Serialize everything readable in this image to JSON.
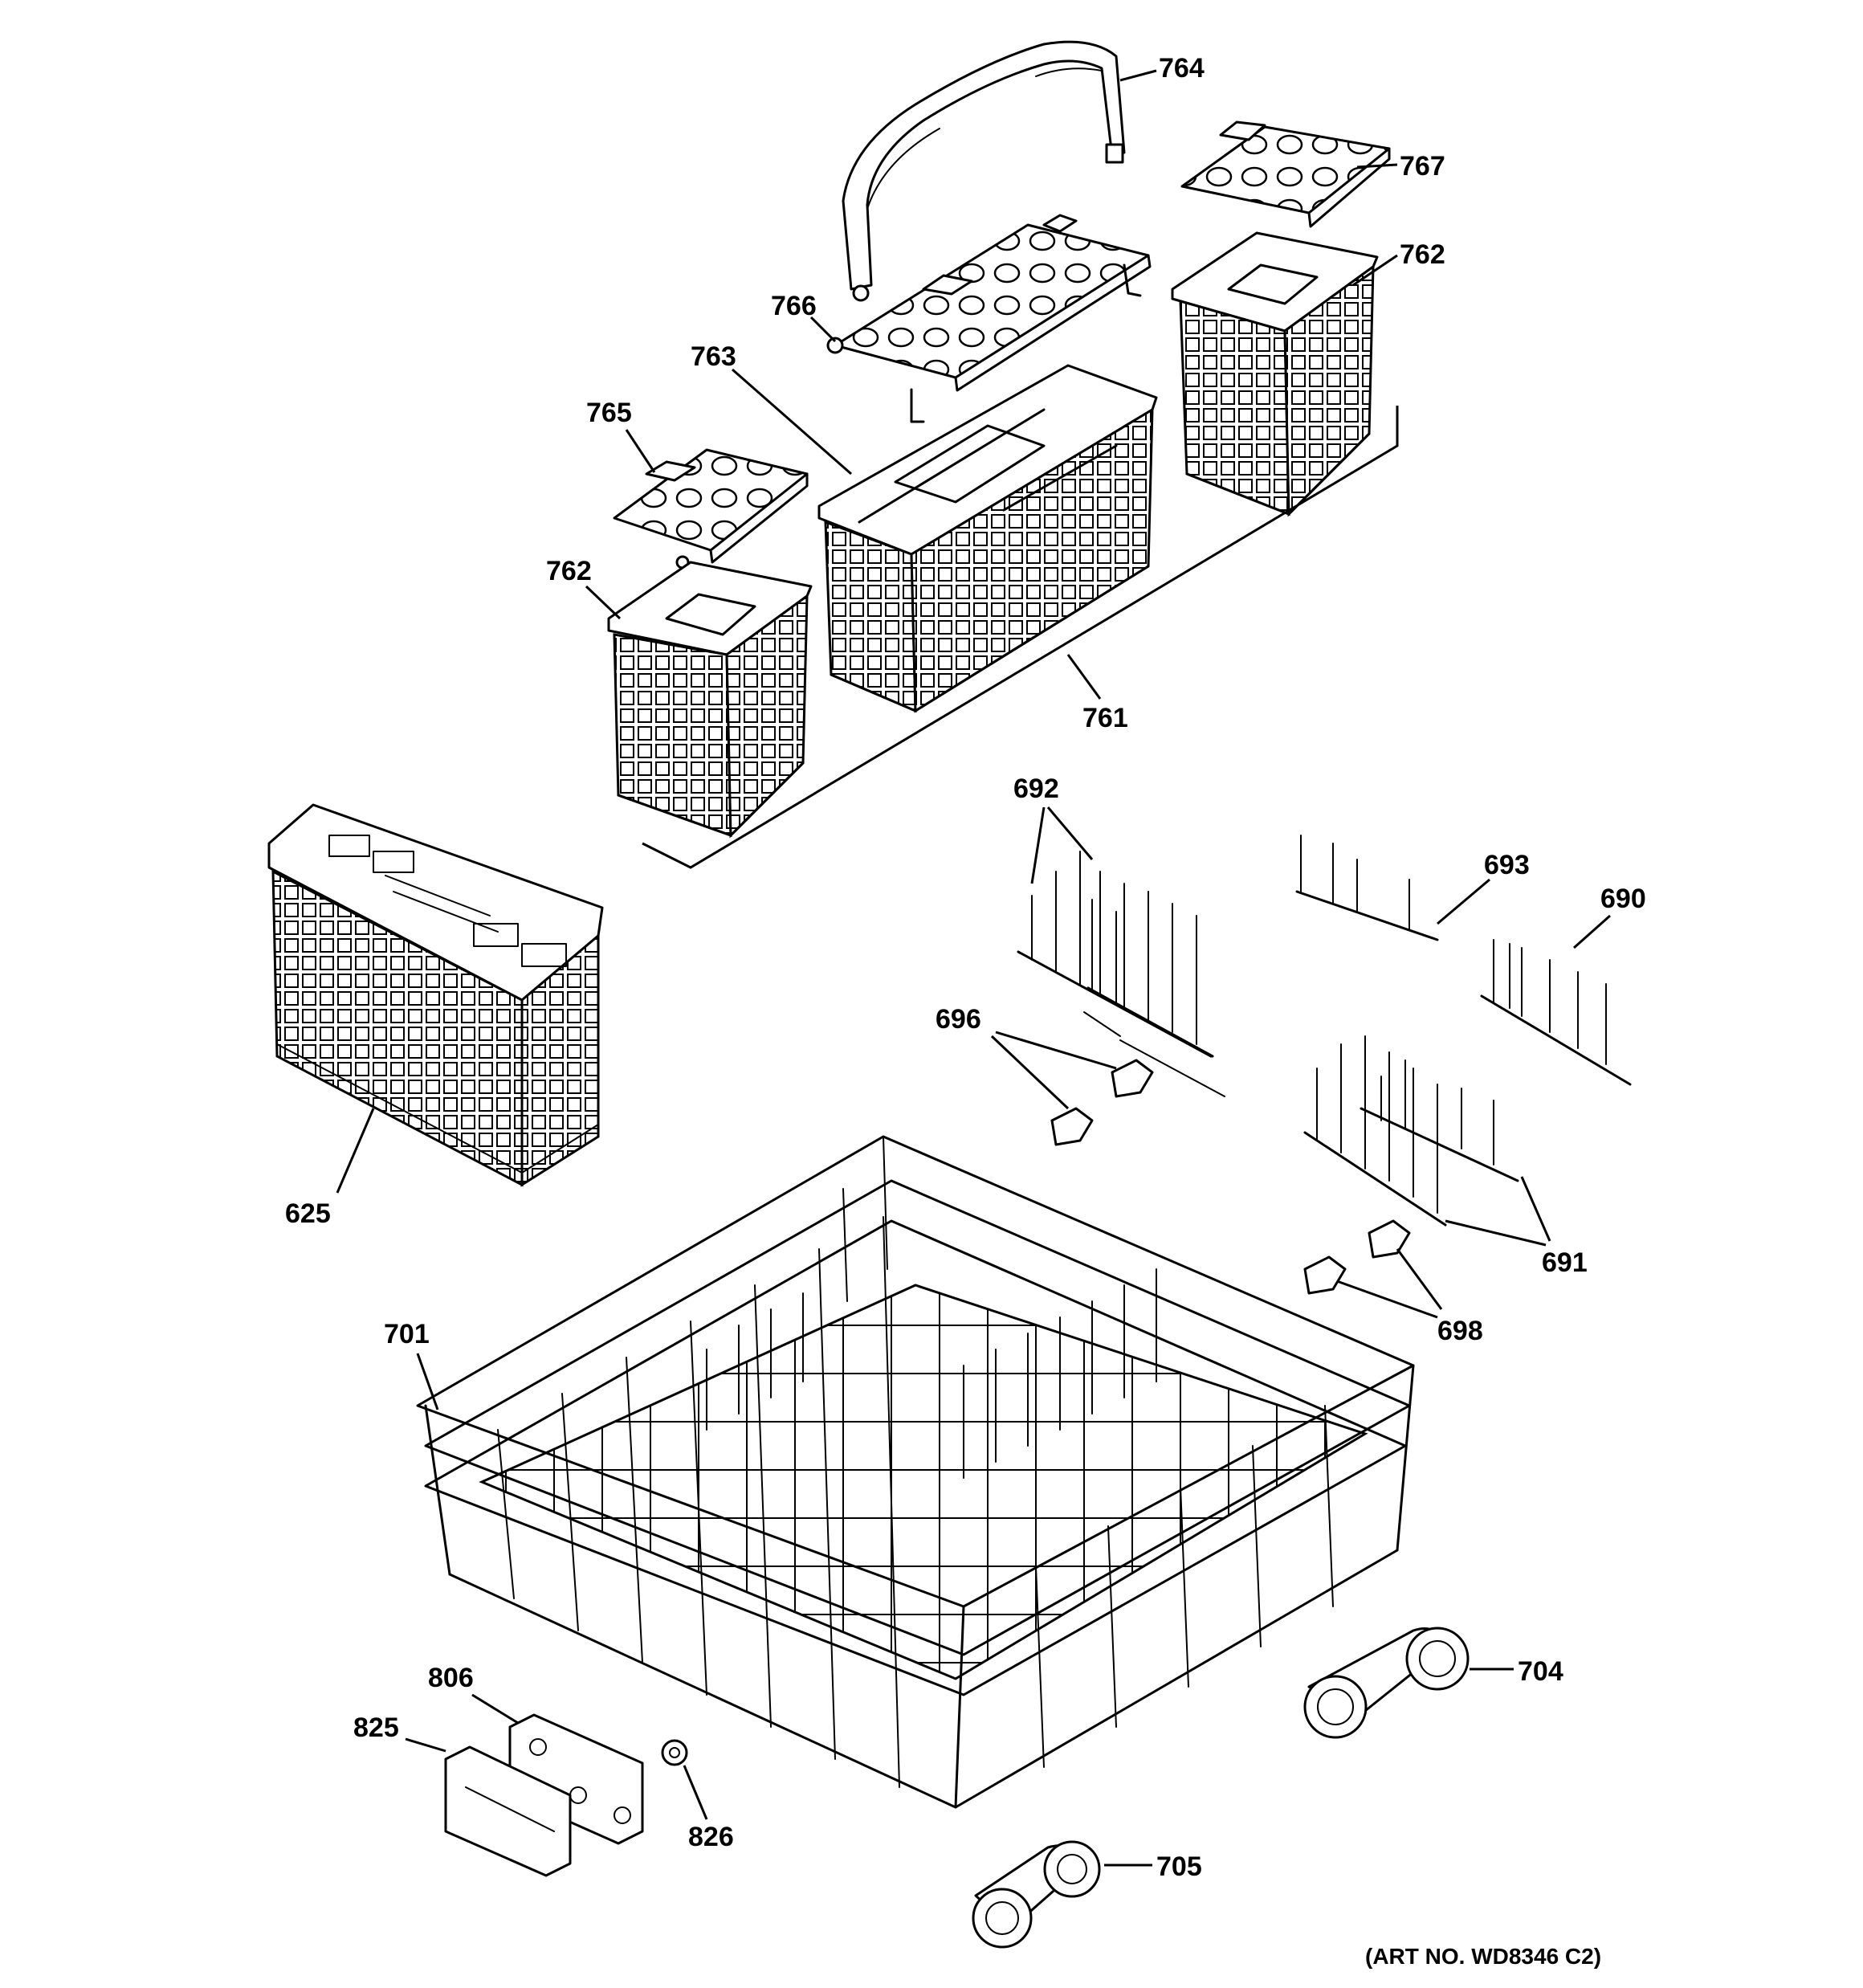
{
  "diagram": {
    "art_number": "(ART NO. WD8346 C2)",
    "labels": {
      "p764": "764",
      "p767": "767",
      "p762a": "762",
      "p766": "766",
      "p763": "763",
      "p765": "765",
      "p762b": "762",
      "p761": "761",
      "p692": "692",
      "p693": "693",
      "p690": "690",
      "p696": "696",
      "p625": "625",
      "p691": "691",
      "p698": "698",
      "p701": "701",
      "p704": "704",
      "p806": "806",
      "p825": "825",
      "p826": "826",
      "p705": "705"
    }
  }
}
